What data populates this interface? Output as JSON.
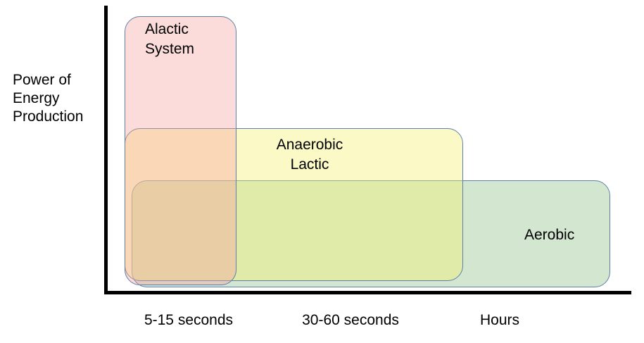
{
  "chart_data": {
    "type": "diagram",
    "title": "",
    "ylabel": "Power of\nEnergy\nProduction",
    "xlabel": "",
    "grid": false,
    "legend": "none",
    "x_tick_labels": [
      "5-15 seconds",
      "30-60 seconds",
      "Hours"
    ],
    "axes": {
      "y_axis_color": "#000000",
      "x_axis_color": "#000000"
    },
    "regions": [
      {
        "name": "Alactic System",
        "label": "Alactic\nSystem",
        "fill": "#fbd3d3",
        "stroke": "#5d7fa8",
        "duration_band": "5-15 seconds",
        "power_level": "highest",
        "x_extent": [
          0,
          1
        ],
        "y_extent": [
          0,
          1
        ]
      },
      {
        "name": "Anaerobic Lactic",
        "label": "Anaerobic\nLactic",
        "fill": "#fcfbcd",
        "stroke": "#5d7fa8",
        "duration_band": "30-60 seconds",
        "power_level": "medium",
        "x_extent": [
          0,
          2
        ],
        "y_extent": [
          0,
          0.6
        ]
      },
      {
        "name": "Aerobic",
        "label": "Aerobic",
        "fill": "#cce2cb",
        "stroke": "#5d7fa8",
        "duration_band": "Hours",
        "power_level": "lowest",
        "x_extent": [
          0,
          3
        ],
        "y_extent": [
          0,
          0.4
        ]
      }
    ]
  },
  "axis": {
    "y_label": "Power of\nEnergy\nProduction"
  },
  "ticks": {
    "t0": "5-15 seconds",
    "t1": "30-60 seconds",
    "t2": "Hours"
  },
  "boxes": {
    "alactic": "Alactic\nSystem",
    "anaerobic": "Anaerobic\nLactic",
    "aerobic": "Aerobic"
  }
}
